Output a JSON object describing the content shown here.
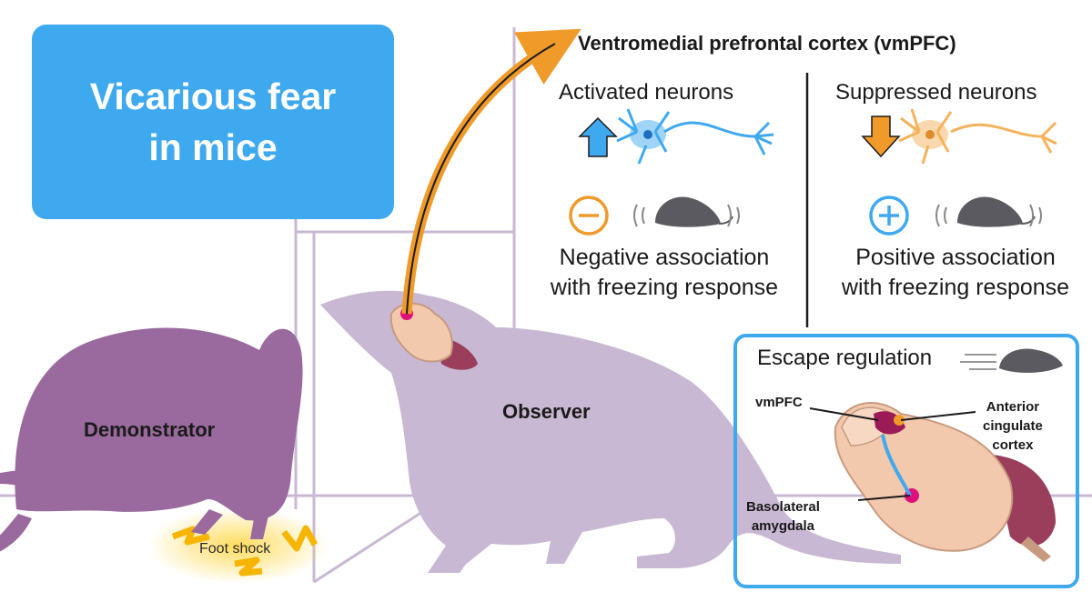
{
  "title": "Vicarious fear\nin mice",
  "header": "Ventromedial prefrontal cortex (vmPFC)",
  "left_column": {
    "heading": "Activated neurons",
    "association": "Negative association\nwith freezing response"
  },
  "right_column": {
    "heading": "Suppressed neurons",
    "association": "Positive association\nwith freezing response"
  },
  "labels": {
    "demonstrator": "Demonstrator",
    "observer": "Observer",
    "foot_shock": "Foot shock"
  },
  "escape": {
    "title": "Escape regulation",
    "vmpfc": "vmPFC",
    "acc": "Anterior\ncingulate\ncortex",
    "bla": "Basolateral\namygdala"
  },
  "colors": {
    "title_blue": "#3fa9ef",
    "demonstrator": "#9a6a9e",
    "observer": "#c9b8d3",
    "arrow_orange": "#f09a2a",
    "neuron_blue": "#3fa9ef",
    "neuron_orange": "#f5b25c",
    "brain": "#f3c9ad",
    "brain_dark": "#9a3e5c",
    "mouse_gray": "#5a5a60"
  }
}
